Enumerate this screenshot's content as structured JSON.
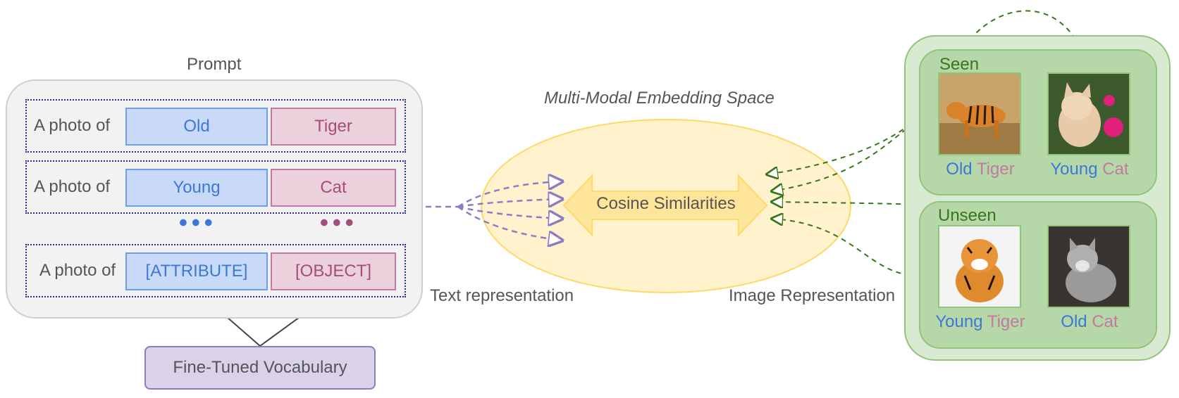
{
  "prompt": {
    "title": "Prompt",
    "rows": [
      {
        "prefix": "A photo of",
        "attribute": "Old",
        "object": "Tiger"
      },
      {
        "prefix": "A photo of",
        "attribute": "Young",
        "object": "Cat"
      },
      {
        "prefix": "A photo of",
        "attribute": "[ATTRIBUTE]",
        "object": "[OBJECT]"
      }
    ],
    "ellipsis": "•••"
  },
  "vocab": {
    "label": "Fine-Tuned Vocabulary"
  },
  "embedding": {
    "title": "Multi-Modal Embedding Space",
    "center_label": "Cosine Similarities",
    "text_label": "Text representation",
    "image_label": "Image Representation"
  },
  "images": {
    "seen": {
      "label": "Seen",
      "items": [
        {
          "attribute": "Old",
          "object": "Tiger",
          "icon": "tiger-photo"
        },
        {
          "attribute": "Young",
          "object": "Cat",
          "icon": "kitten-photo"
        }
      ]
    },
    "unseen": {
      "label": "Unseen",
      "items": [
        {
          "attribute": "Young",
          "object": "Tiger",
          "icon": "tiger-cub-photo"
        },
        {
          "attribute": "Old",
          "object": "Cat",
          "icon": "old-cat-photo"
        }
      ]
    }
  },
  "colors": {
    "attribute": "#3c78d8",
    "object": "#c27ba0",
    "text_arrows": "#8e7cc3",
    "image_arrows": "#38761d",
    "ellipse_fill": "#fff2cc",
    "ellipse_stroke": "#ffd966"
  }
}
